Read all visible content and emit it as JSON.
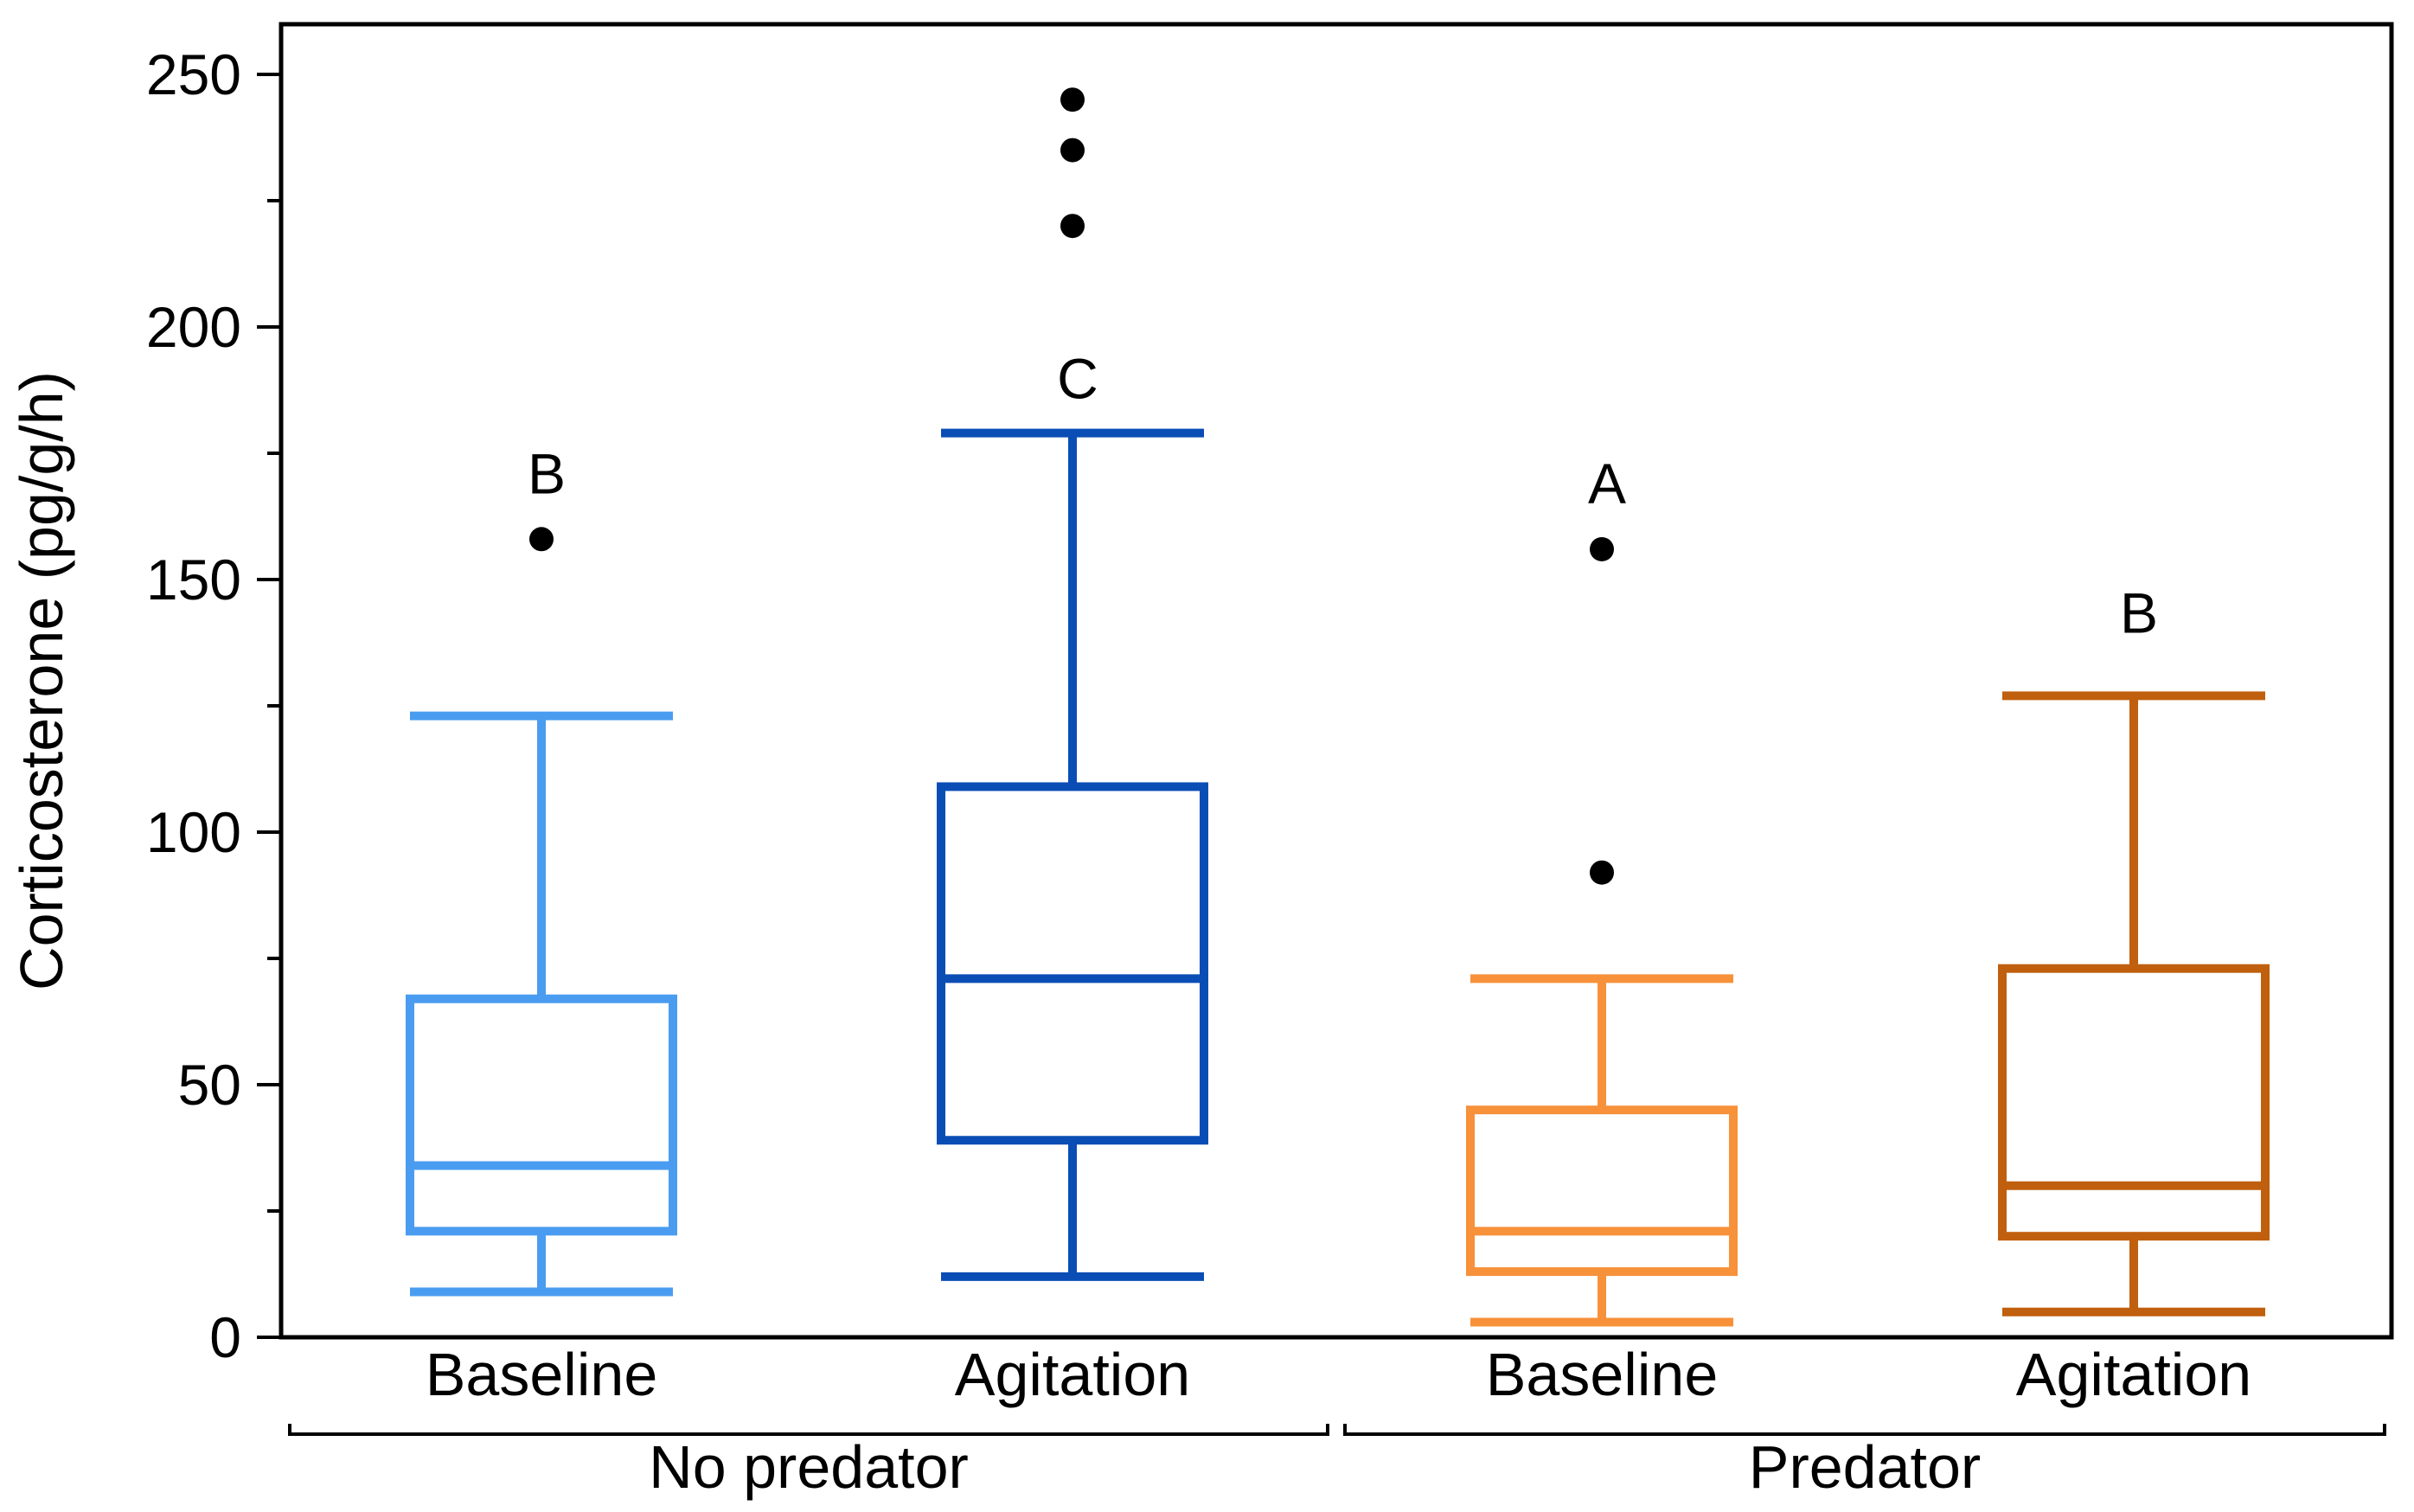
{
  "chart_data": {
    "type": "box",
    "ylabel": "Corticosterone (pg/g/h)",
    "ylim": [
      0,
      260
    ],
    "yticks": [
      0,
      50,
      100,
      150,
      200,
      250
    ],
    "yminor_step": 25,
    "boxes": [
      {
        "category": "Baseline",
        "group": "No predator",
        "letter": "B",
        "color": "#4a9cf0",
        "whisker_low": 9,
        "q1": 21,
        "median": 34,
        "q3": 67,
        "whisker_high": 123,
        "outliers": [
          158
        ]
      },
      {
        "category": "Agitation",
        "group": "No predator",
        "letter": "C",
        "color": "#0a4db5",
        "whisker_low": 12,
        "q1": 39,
        "median": 71,
        "q3": 109,
        "whisker_high": 179,
        "outliers": [
          220,
          235,
          245
        ]
      },
      {
        "category": "Baseline",
        "group": "Predator",
        "letter": "A",
        "color": "#f7913a",
        "whisker_low": 3,
        "q1": 13,
        "median": 21,
        "q3": 45,
        "whisker_high": 71,
        "outliers": [
          92,
          156
        ]
      },
      {
        "category": "Agitation",
        "group": "Predator",
        "letter": "B",
        "color": "#c05f0e",
        "whisker_low": 5,
        "q1": 20,
        "median": 30,
        "q3": 73,
        "whisker_high": 127,
        "outliers": []
      }
    ],
    "groups": [
      {
        "name": "No predator",
        "boxes": [
          0,
          1
        ]
      },
      {
        "name": "Predator",
        "boxes": [
          2,
          3
        ]
      }
    ]
  }
}
